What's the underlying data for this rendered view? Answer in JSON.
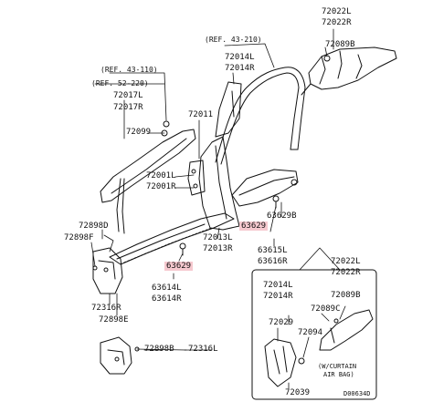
{
  "labels": {
    "l_72022L_top": "72022L",
    "l_72022R_top": "72022R",
    "l_72089B_top": "72089B",
    "l_ref43_210": "(REF. 43-210)",
    "l_72014L_top": "72014L",
    "l_72014R_top": "72014R",
    "l_ref43_110": "(REF. 43-110)",
    "l_ref52_220": "(REF. 52-220)",
    "l_72017L": "72017L",
    "l_72017R": "72017R",
    "l_72099": "72099",
    "l_72011": "72011",
    "l_72001L": "72001L",
    "l_72001R": "72001R",
    "l_63629B": "63629B",
    "l_63629_right": "63629",
    "l_63615L": "63615L",
    "l_63616R": "63616R",
    "l_72898D": "72898D",
    "l_72898F": "72898F",
    "l_72013L": "72013L",
    "l_72013R": "72013R",
    "l_63629_left": "63629",
    "l_63614L": "63614L",
    "l_63614R": "63614R",
    "l_72316R": "72316R",
    "l_72898E": "72898E",
    "l_72898B": "72898B",
    "l_72316L": "72316L",
    "l_72022L_inset": "72022L",
    "l_72022R_inset": "72022R",
    "l_72014L_inset": "72014L",
    "l_72014R_inset": "72014R",
    "l_72089B_inset": "72089B",
    "l_72089C": "72089C",
    "l_72029": "72029",
    "l_72094": "72094",
    "l_curtain1": "(W/CURTAIN",
    "l_curtain2": "AIR BAG)",
    "l_72039": "72039",
    "l_code": "D00634D"
  }
}
